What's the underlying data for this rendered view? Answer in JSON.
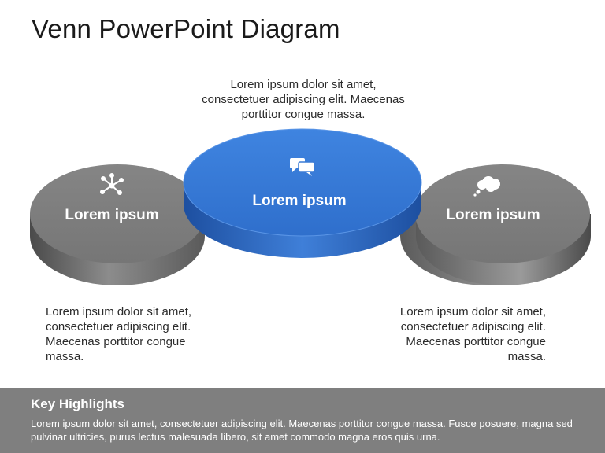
{
  "page": {
    "title": "Venn PowerPoint Diagram"
  },
  "diagram": {
    "top_text": "Lorem ipsum dolor sit amet,\nconsectetuer adipiscing elit. Maecenas\nporttitor congue massa.",
    "left_text": "Lorem ipsum dolor sit amet,\nconsectetuer adipiscing elit.\nMaecenas porttitor congue\nmassa.",
    "right_text": "Lorem ipsum dolor sit amet,\nconsectetuer adipiscing elit.\nMaecenas porttitor congue\nmassa.",
    "circles": [
      {
        "label": "Lorem ipsum",
        "icon": "network-icon",
        "color": "#7f7f7f"
      },
      {
        "label": "Lorem ipsum",
        "icon": "chat-bubbles-icon",
        "color": "#3a7bd5"
      },
      {
        "label": "Lorem ipsum",
        "icon": "thought-bubble-icon",
        "color": "#7f7f7f"
      }
    ]
  },
  "footer": {
    "heading": "Key Highlights",
    "body": "Lorem ipsum dolor sit amet, consectetuer adipiscing elit. Maecenas porttitor congue massa. Fusce posuere, magna sed pulvinar ultricies, purus lectus malesuada libero, sit amet commodo magna eros quis urna."
  }
}
